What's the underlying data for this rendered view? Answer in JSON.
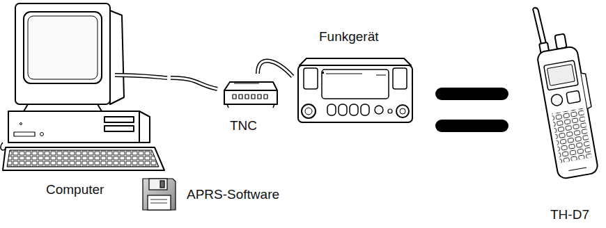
{
  "diagram": {
    "nodes": [
      {
        "text": [
          "Computer"
        ]
      },
      {
        "text": [
          "TNC"
        ]
      },
      {
        "text": [
          "Funkgerät"
        ]
      },
      {
        "text": [
          "TH-D7"
        ]
      }
    ],
    "edges": [
      {
        "from": 0,
        "to": 1,
        "arrow": "none"
      },
      {
        "from": 1,
        "to": 2,
        "arrow": "none"
      }
    ],
    "labels": [
      "APRS-Software"
    ]
  }
}
